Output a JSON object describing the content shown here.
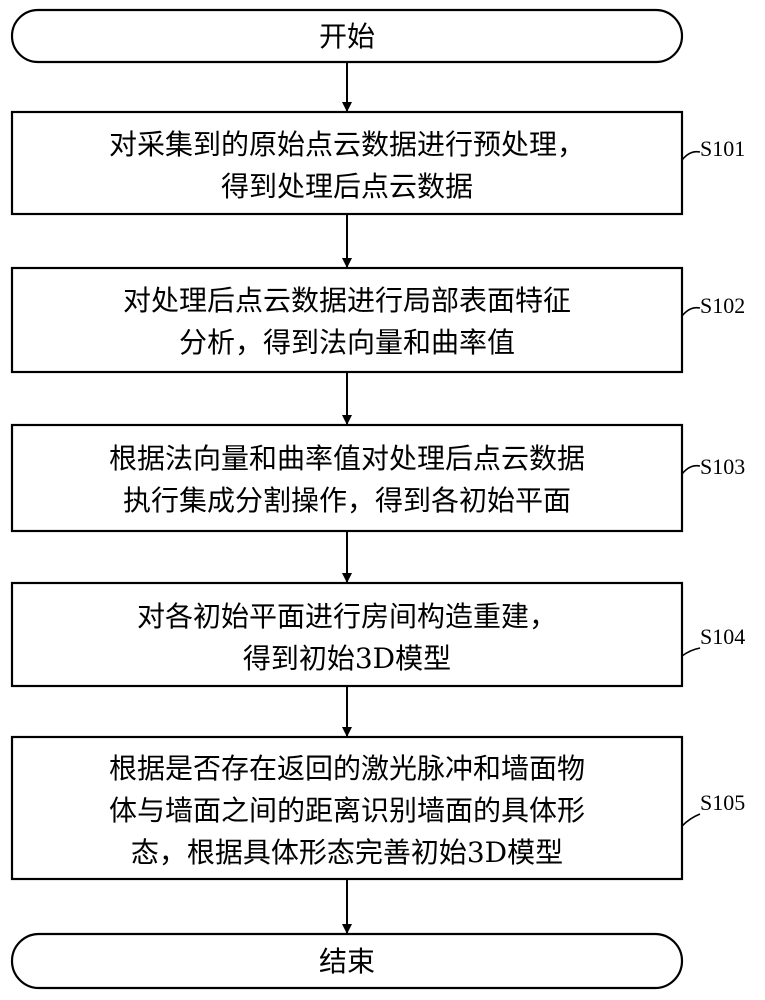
{
  "flowchart": {
    "start": "开始",
    "end": "结束",
    "steps": [
      {
        "id": "S101",
        "lines": [
          "对采集到的原始点云数据进行预处理，",
          "得到处理后点云数据"
        ]
      },
      {
        "id": "S102",
        "lines": [
          "对处理后点云数据进行局部表面特征",
          "分析，得到法向量和曲率值"
        ]
      },
      {
        "id": "S103",
        "lines": [
          "根据法向量和曲率值对处理后点云数据",
          "执行集成分割操作，得到各初始平面"
        ]
      },
      {
        "id": "S104",
        "lines": [
          "对各初始平面进行房间构造重建，",
          "得到初始3D模型"
        ]
      },
      {
        "id": "S105",
        "lines": [
          "根据是否存在返回的激光脉冲和墙面物",
          "体与墙面之间的距离识别墙面的具体形",
          "态，根据具体形态完善初始3D模型"
        ]
      }
    ]
  }
}
